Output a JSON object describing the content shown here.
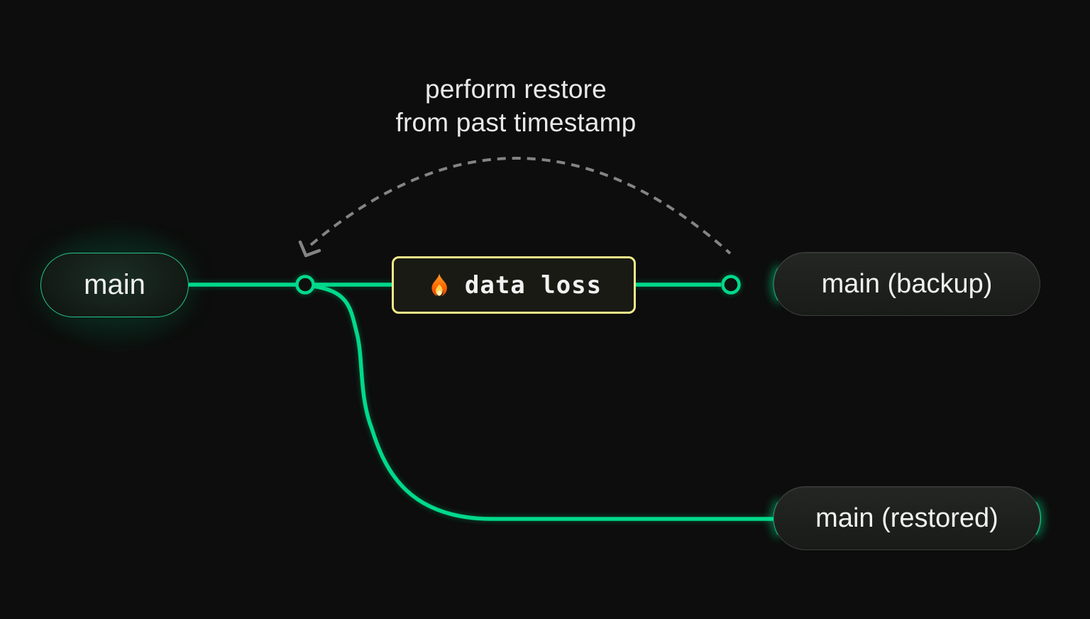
{
  "caption": {
    "line1": "perform restore",
    "line2": "from past timestamp"
  },
  "nodes": {
    "main": {
      "label": "main"
    },
    "backup": {
      "label": "main (backup)"
    },
    "restored": {
      "label": "main (restored)"
    }
  },
  "event": {
    "label": "data loss",
    "icon": "fire-icon"
  },
  "colors": {
    "background": "#0c0d0c",
    "branch-green": "#00d98b",
    "main-pill-border": "#25c58a",
    "main-pill-bg-glow": "#1b2e25",
    "dashed-gray": "#848484",
    "caption-text": "#e9e9e9",
    "label-text": "#f1f1f1",
    "event-border-yellow": "#f1e98a",
    "event-bg": "#191a14",
    "pill-fill-top": "#242624",
    "pill-fill-bottom": "#191b19",
    "pill-border": "#3d3f3d",
    "node-fill": "#0e100e"
  }
}
